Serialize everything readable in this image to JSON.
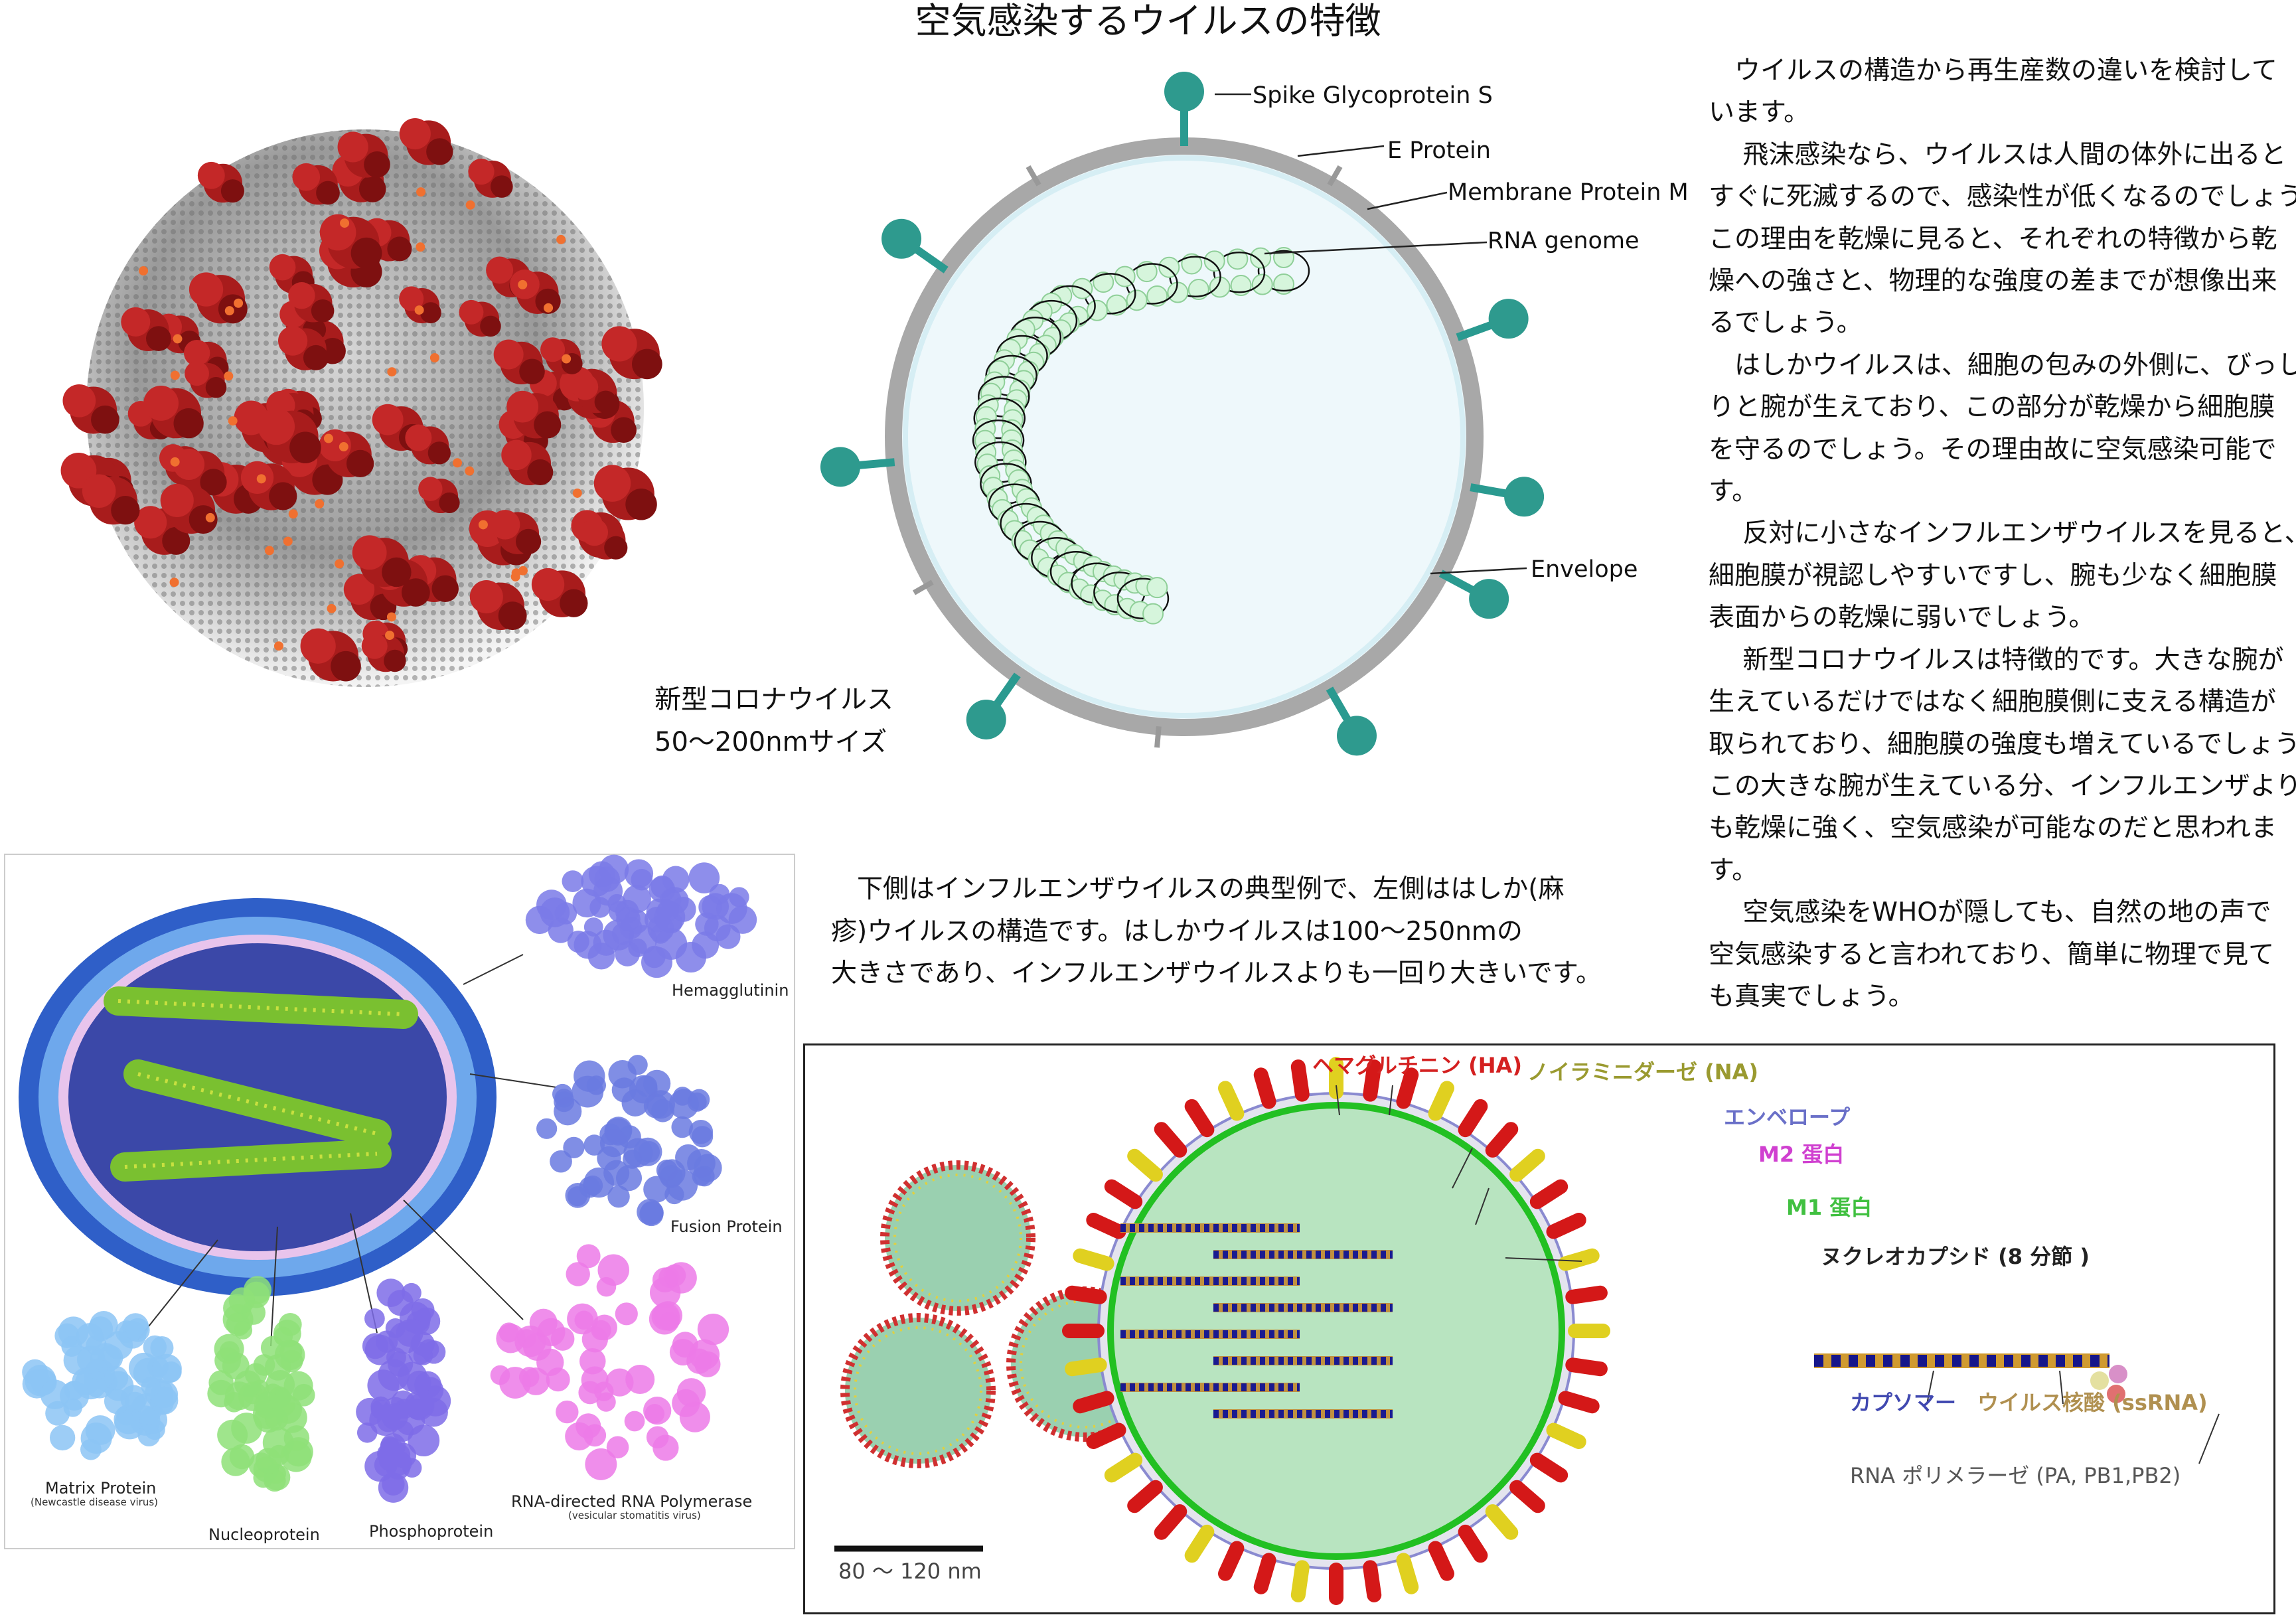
{
  "title": "空気感染するウイルスの特徴",
  "corona_caption": {
    "line1": "新型コロナウイルス",
    "line2": "50～200nmサイズ"
  },
  "corona_diagram_labels": {
    "spike": "Spike Glycoprotein S",
    "e_protein": "E Protein",
    "membrane": "Membrane Protein M",
    "rna": "RNA genome",
    "envelope": "Envelope"
  },
  "body_lines": [
    "　ウイルスの構造から再生産数の違いを検討して",
    "います。",
    "　 飛沫感染なら、ウイルスは人間の体外に出ると",
    "すぐに死滅するので、感染性が低くなるのでしょう。",
    "この理由を乾燥に見ると、それぞれの特徴から乾",
    "燥への強さと、物理的な強度の差までが想像出来",
    "るでしょう。",
    "　はしかウイルスは、細胞の包みの外側に、びっし",
    "りと腕が生えており、この部分が乾燥から細胞膜",
    "を守るのでしょう。その理由故に空気感染可能で",
    "す。",
    "　 反対に小さなインフルエンザウイルスを見ると、",
    "細胞膜が視認しやすいですし、腕も少なく細胞膜",
    "表面からの乾燥に弱いでしょう。",
    "　 新型コロナウイルスは特徴的です。大きな腕が",
    "生えているだけではなく細胞膜側に支える構造が",
    "取られており、細胞膜の強度も増えているでしょう。",
    "この大きな腕が生えている分、インフルエンザより",
    "も乾燥に強く、空気感染が可能なのだと思われま",
    "す。",
    "　 空気感染をWHOが隠しても、自然の地の声で",
    "空気感染すると言われており、簡単に物理で見て",
    "も真実でしょう。"
  ],
  "middle_lines": [
    "　下側はインフルエンザウイルスの典型例で、左側ははしか(麻",
    "疹)ウイルスの構造です。はしかウイルスは100～250nmの",
    "大きさであり、インフルエンザウイルスよりも一回り大きいです。"
  ],
  "measles_labels": {
    "hemagglutinin": "Hemagglutinin",
    "fusion": "Fusion Protein",
    "matrix": "Matrix Protein",
    "matrix_sub": "(Newcastle disease virus)",
    "nucleoprotein": "Nucleoprotein",
    "phosphoprotein": "Phosphoprotein",
    "polymerase": "RNA-directed RNA Polymerase",
    "polymerase_sub": "(vesicular stomatitis virus)"
  },
  "influenza_labels": {
    "ha": "ヘマグルチニン (HA)",
    "na": "ノイラミニダーゼ (NA)",
    "envelope": "エンベロープ",
    "m2": "M2 蛋白",
    "m1": "M1 蛋白",
    "nucleocapsid": "ヌクレオカプシド (8 分節 )",
    "capsomer": "カプソマー",
    "ssrna": "ウイルス核酸 (ssRNA)",
    "polymerase": "RNA ポリメラーゼ (PA, PB1,PB2)",
    "scale": "80 ～ 120 nm"
  },
  "colors": {
    "ha": "#d42020",
    "na": "#9a9a30",
    "envelope": "#6a70c8",
    "m2": "#d040d0",
    "m1": "#40c040",
    "capsomer": "#4048b0",
    "ssrna": "#b09050"
  }
}
